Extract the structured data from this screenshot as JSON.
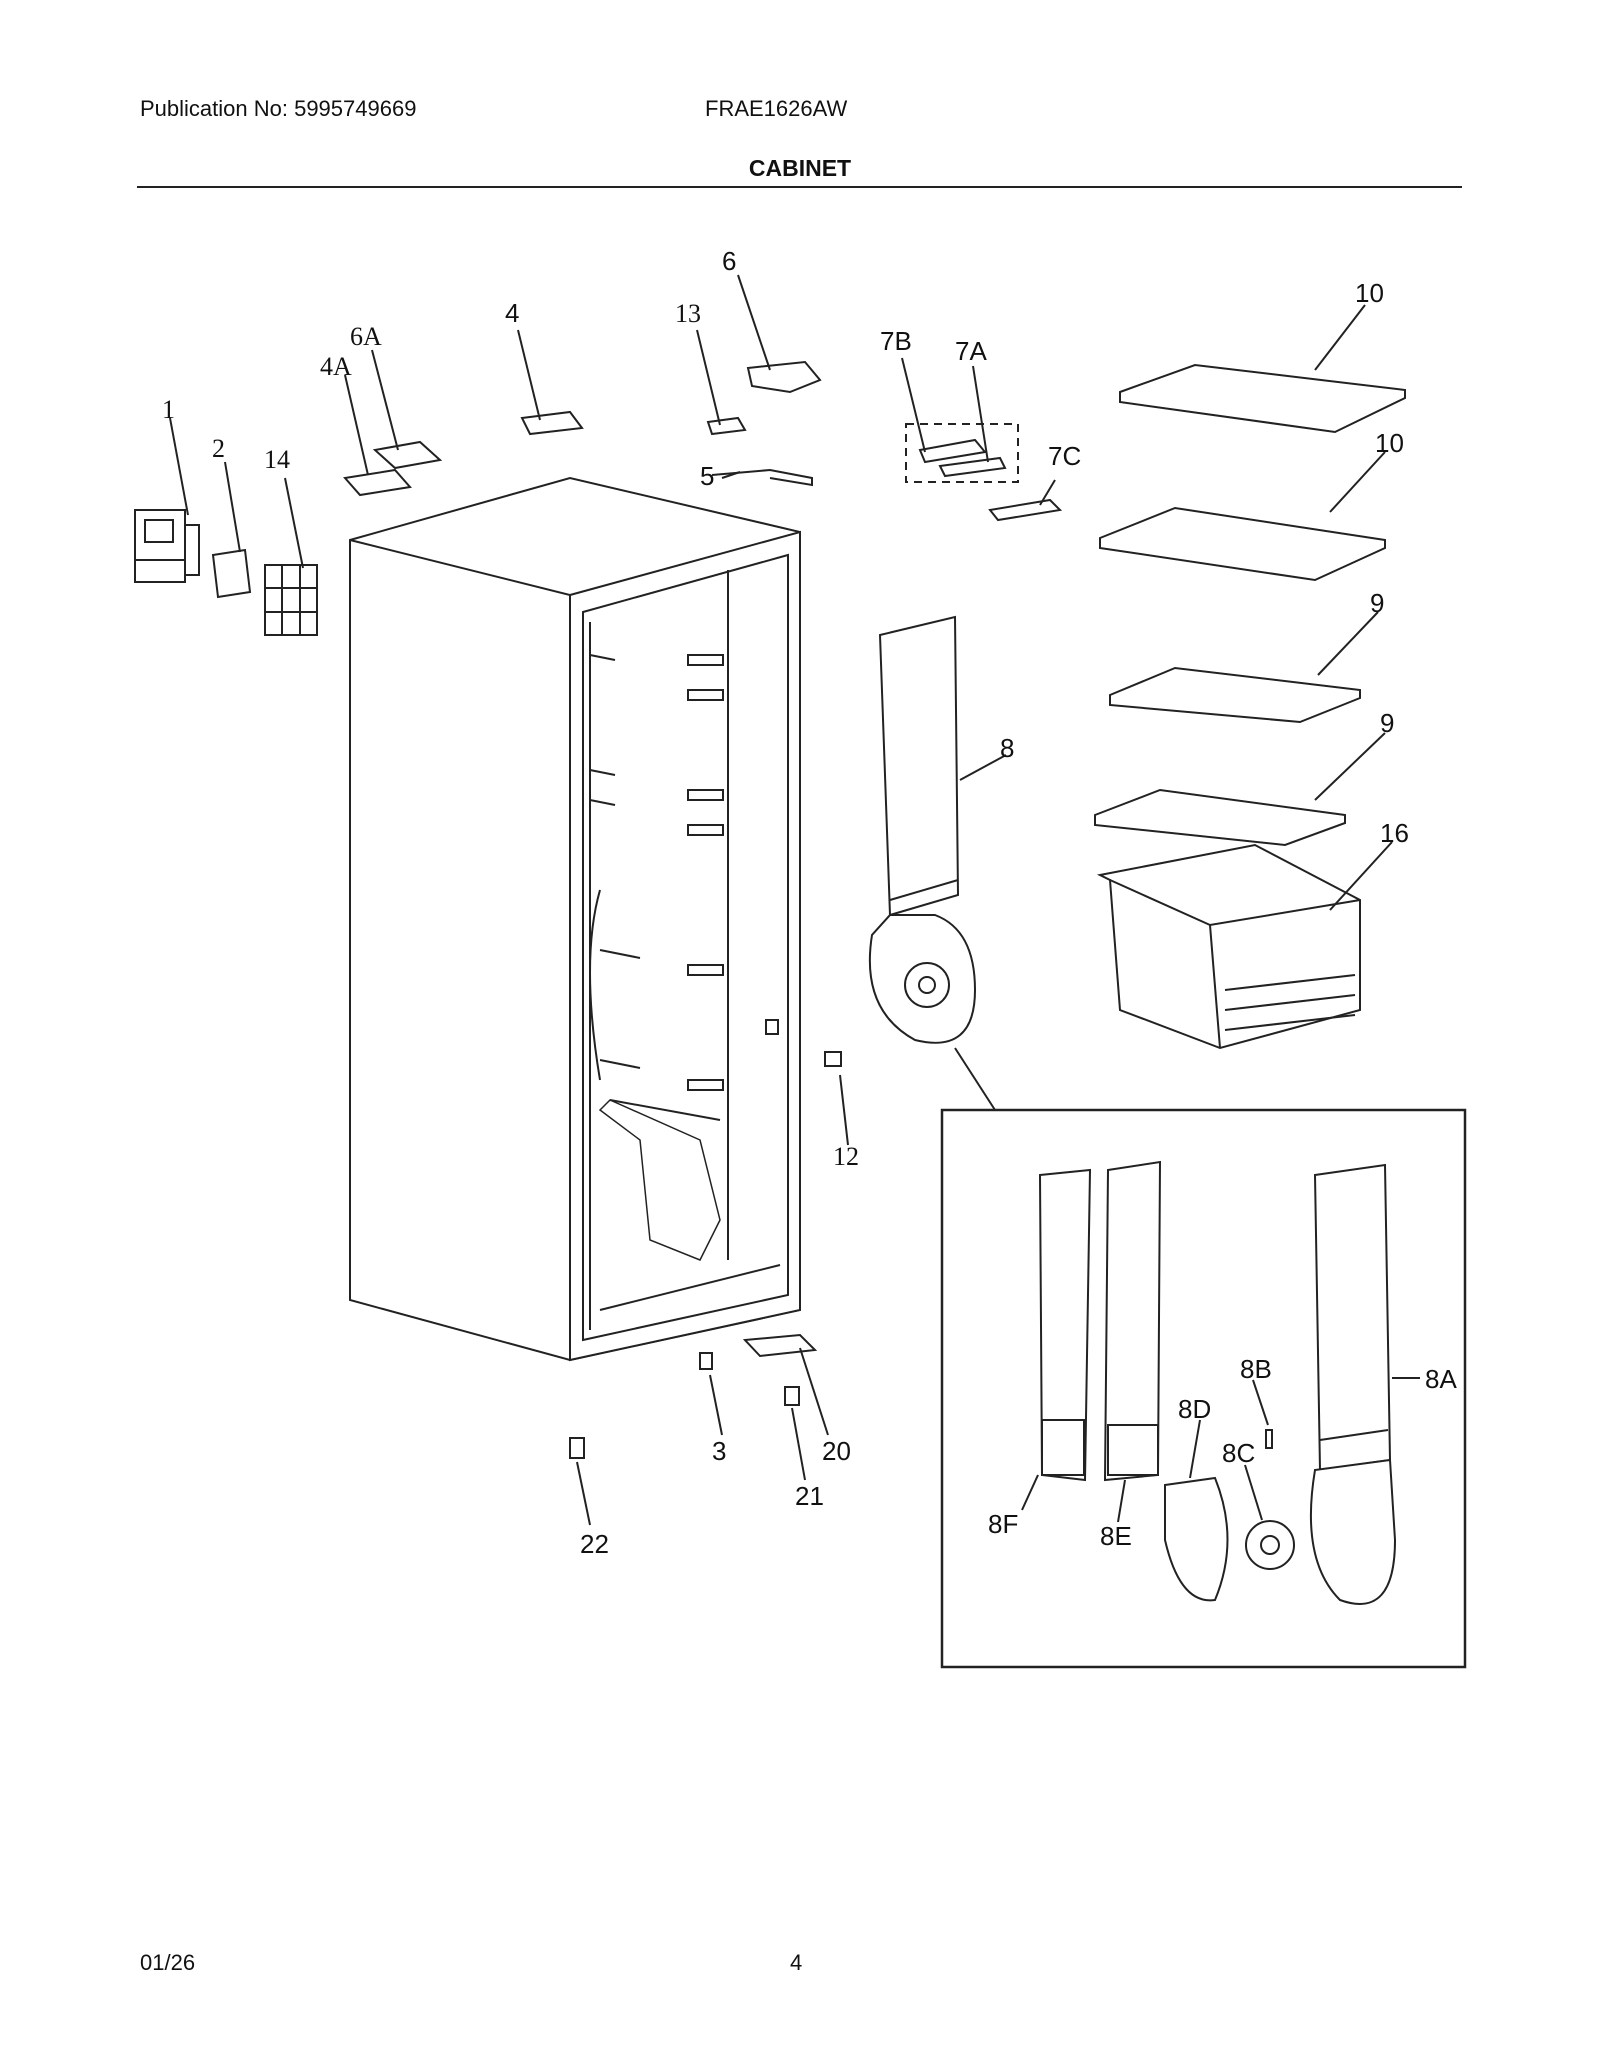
{
  "header": {
    "publication": "Publication No: 5995749669",
    "model": "FRAE1626AW",
    "title": "CABINET"
  },
  "footer": {
    "date": "01/26",
    "page_number": "4"
  },
  "callouts": {
    "c1": "1",
    "c2": "2",
    "c3": "3",
    "c4": "4",
    "c4A": "4A",
    "c5": "5",
    "c6": "6",
    "c6A": "6A",
    "c7A": "7A",
    "c7B": "7B",
    "c7C": "7C",
    "c8": "8",
    "c9a": "9",
    "c9b": "9",
    "c10a": "10",
    "c10b": "10",
    "c12": "12",
    "c13": "13",
    "c14": "14",
    "c16": "16",
    "c20": "20",
    "c21": "21",
    "c22": "22",
    "c8A": "8A",
    "c8B": "8B",
    "c8C": "8C",
    "c8D": "8D",
    "c8E": "8E",
    "c8F": "8F"
  }
}
